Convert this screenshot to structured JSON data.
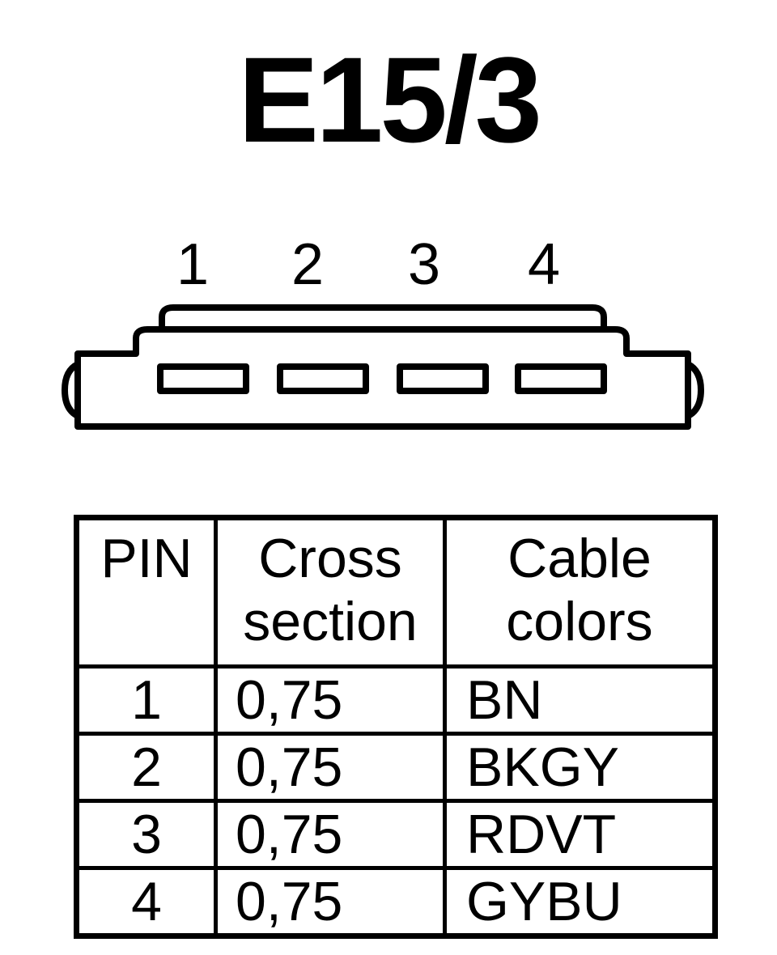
{
  "title": "E15/3",
  "connector": {
    "pin_labels": [
      "1",
      "2",
      "3",
      "4"
    ]
  },
  "table": {
    "headers": {
      "pin": "PIN",
      "cross_section_line1": "Cross",
      "cross_section_line2": "section",
      "cable_colors_line1": "Cable",
      "cable_colors_line2": "colors"
    },
    "rows": [
      {
        "pin": "1",
        "cross_section": "0,75",
        "color": "BN"
      },
      {
        "pin": "2",
        "cross_section": "0,75",
        "color": "BKGY"
      },
      {
        "pin": "3",
        "cross_section": "0,75",
        "color": "RDVT"
      },
      {
        "pin": "4",
        "cross_section": "0,75",
        "color": "GYBU"
      }
    ]
  }
}
